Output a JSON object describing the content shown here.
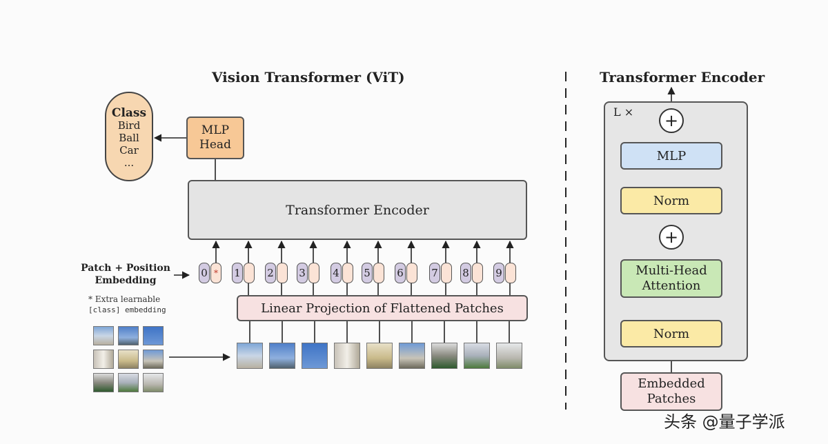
{
  "left": {
    "title": "Vision Transformer (ViT)",
    "class_label": {
      "heading": "Class",
      "items": [
        "Bird",
        "Ball",
        "Car",
        "..."
      ]
    },
    "mlp_head": [
      "MLP",
      "Head"
    ],
    "encoder_label": "Transformer Encoder",
    "embedding_label": [
      "Patch + Position",
      "Embedding"
    ],
    "note": [
      "* Extra learnable",
      "[class] embedding"
    ],
    "class_token_marker": "*",
    "positions": [
      "0",
      "1",
      "2",
      "3",
      "4",
      "5",
      "6",
      "7",
      "8",
      "9"
    ],
    "projection_label": "Linear Projection of Flattened Patches"
  },
  "right": {
    "title": "Transformer Encoder",
    "repeat_label": "L ×",
    "mlp": "MLP",
    "norm_top": "Norm",
    "mha": [
      "Multi-Head",
      "Attention"
    ],
    "norm_bottom": "Norm",
    "embedded_patches": [
      "Embedded",
      "Patches"
    ],
    "plus_symbol": "+"
  },
  "watermark": "头条 @量子学派",
  "colors": {
    "mlp_head": "#f7c896",
    "class_pill": "#f7d7b1",
    "encoder": "#e4e4e4",
    "position_token": "#d3cbe2",
    "patch_token": "#fbe3d6",
    "projection": "#f7e1e1",
    "mlp_block": "#cfe1f5",
    "norm_block": "#fbeaa6",
    "attention_block": "#c9e8b6",
    "embedded_block": "#f7e1e1"
  }
}
